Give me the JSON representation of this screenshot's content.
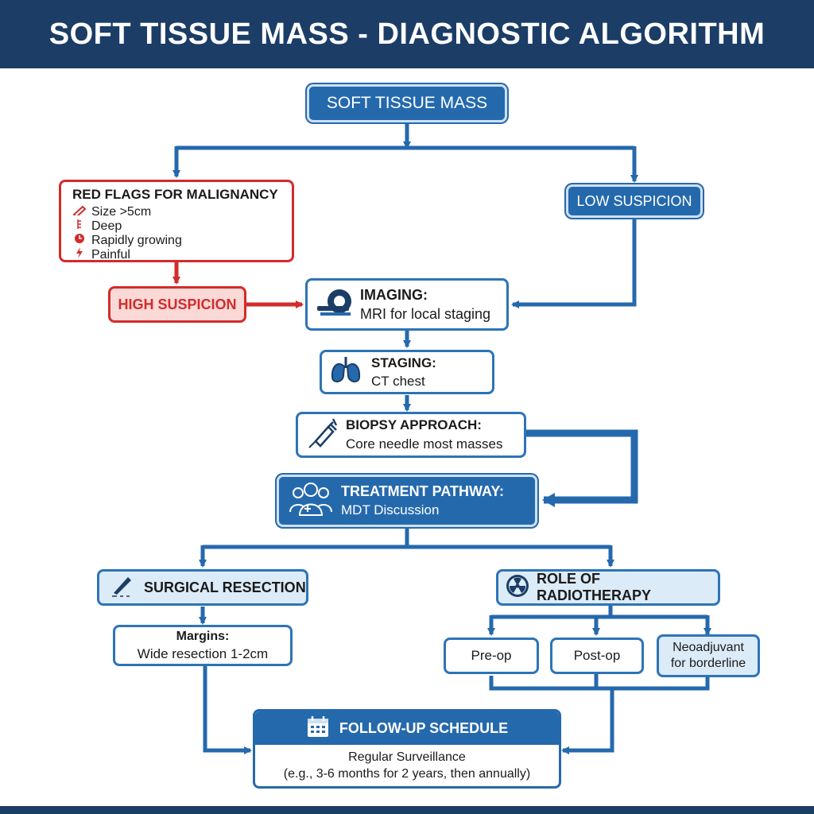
{
  "title": "SOFT TISSUE MASS - DIAGNOSTIC ALGORITHM",
  "nodes": {
    "start": "SOFT TISSUE MASS",
    "red_flags": {
      "title": "RED FLAGS FOR MALIGNANCY",
      "items": [
        {
          "icon": "ruler-icon",
          "text": "Size >5cm"
        },
        {
          "icon": "depth-gauge-icon",
          "text": "Deep"
        },
        {
          "icon": "clock-icon",
          "text": "Rapidly growing"
        },
        {
          "icon": "lightning-icon",
          "text": "Painful"
        }
      ]
    },
    "low_suspicion": "LOW SUSPICION",
    "high_suspicion": "HIGH SUSPICION",
    "imaging": {
      "icon": "mri-scanner-icon",
      "title": "IMAGING:",
      "text": "MRI for local staging"
    },
    "staging": {
      "icon": "lungs-icon",
      "title": "STAGING:",
      "text": "CT chest"
    },
    "biopsy": {
      "icon": "syringe-icon",
      "title": "BIOPSY APPROACH:",
      "text": "Core needle most masses"
    },
    "treatment": {
      "icon": "medical-team-icon",
      "title": "TREATMENT PATHWAY:",
      "text": "MDT Discussion"
    },
    "surgical": {
      "icon": "scalpel-icon",
      "title": "SURGICAL RESECTION"
    },
    "margins": {
      "title": "Margins:",
      "text": "Wide resection 1-2cm"
    },
    "radiotherapy": {
      "icon": "radiation-icon",
      "title": "ROLE OF RADIOTHERAPY"
    },
    "preop": "Pre-op",
    "postop": "Post-op",
    "neoadjuvant": [
      "Neoadjuvant",
      "for borderline"
    ],
    "followup": {
      "icon": "calendar-icon",
      "title": "FOLLOW-UP SCHEDULE",
      "line1": "Regular Surveillance",
      "line2": "(e.g., 3-6 months for 2 years, then annually)"
    }
  },
  "colors": {
    "navy": "#1b3d66",
    "blue": "#2569ad",
    "red": "#d32b2b",
    "pale_blue": "#dcebf8",
    "pale_red": "#fbd9d7"
  }
}
